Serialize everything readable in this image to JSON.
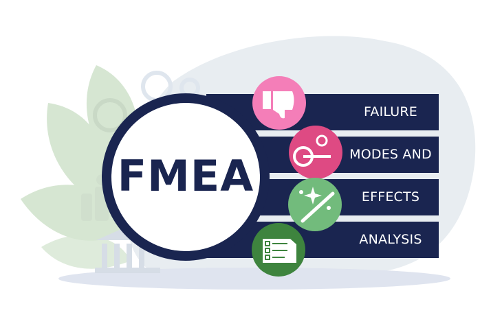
{
  "title": "FMEA",
  "rows": [
    {
      "label": "FAILURE",
      "icon": "thumbs-down-icon",
      "color": "#f47eb8"
    },
    {
      "label": "MODES AND",
      "icon": "gears-wrench-icon",
      "color": "#de4a83"
    },
    {
      "label": "EFFECTS",
      "icon": "magic-wand-icon",
      "color": "#72bb7c"
    },
    {
      "label": "ANALYSIS",
      "icon": "checklist-icon",
      "color": "#3e843e"
    }
  ],
  "colors": {
    "navy": "#1a2550",
    "blob": "#e8edf1",
    "leaf": "#d9e7d5",
    "shadow": "#dfe4ef"
  }
}
